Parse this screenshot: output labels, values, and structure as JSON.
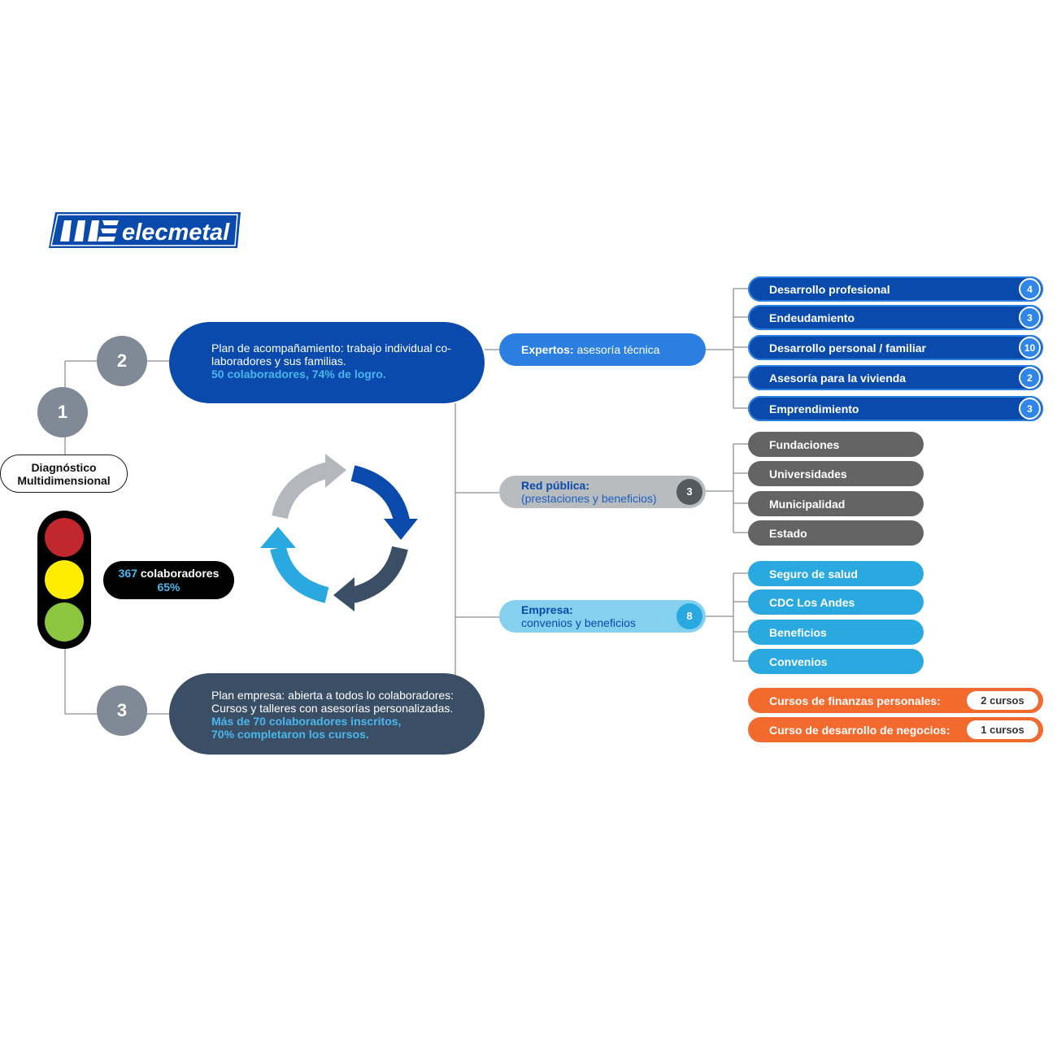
{
  "logo": {
    "text": "elecmetal",
    "colors": {
      "brand": "#0a4aad"
    }
  },
  "steps": [
    {
      "number": "1"
    },
    {
      "number": "2"
    },
    {
      "number": "3"
    }
  ],
  "diagnostico": {
    "line1": "Diagnóstico",
    "line2": "Multidimensional"
  },
  "traffic_light": {
    "colors": [
      "#c1272d",
      "#ffed00",
      "#8cc63f"
    ]
  },
  "stats": {
    "number": "367",
    "label": " colaboradores",
    "percent": "65%"
  },
  "plan_2": {
    "text": "Plan de acompañamiento: trabajo individual co- laboradores y sus familias.",
    "highlight": "50 colaboradores, 74% de logro.",
    "color": "#0a4aad"
  },
  "plan_3": {
    "text": "Plan empresa: abierta a todos lo colaboradores: Cursos y talleres con asesorías personalizadas.",
    "highlight_1": "Más de 70 colaboradores inscritos,",
    "highlight_2": "70% completaron los cursos.",
    "color": "#3a4f66"
  },
  "categories": {
    "expertos": {
      "title": "Expertos:",
      "subtitle": " asesoría técnica",
      "color": "#2a7fe0"
    },
    "red_publica": {
      "title": "Red pública:",
      "subtitle": "(prestaciones y beneficios)",
      "badge": "3",
      "color": "#b9bcbf"
    },
    "empresa": {
      "title": "Empresa:",
      "subtitle": "convenios y beneficios",
      "badge": "8",
      "color": "#86d0ef"
    }
  },
  "expertos_items": [
    {
      "label": "Desarrollo profesional",
      "count": "4"
    },
    {
      "label": "Endeudamiento",
      "count": "3"
    },
    {
      "label": "Desarrollo personal / familiar",
      "count": "10"
    },
    {
      "label": "Asesoría para la vivienda",
      "count": "2"
    },
    {
      "label": "Emprendimiento",
      "count": "3"
    }
  ],
  "red_publica_items": [
    "Fundaciones",
    "Universidades",
    "Municipalidad",
    "Estado"
  ],
  "empresa_items": [
    "Seguro de salud",
    "CDC Los Andes",
    "Beneficios",
    "Convenios"
  ],
  "courses": [
    {
      "label": "Cursos de finanzas personales:",
      "value": "2 cursos"
    },
    {
      "label": "Curso de desarrollo de negocios:",
      "value": "1 cursos"
    }
  ],
  "cycle_colors": [
    "#0a4aad",
    "#3a4f66",
    "#2aa9e1",
    "#b4b8bc"
  ]
}
